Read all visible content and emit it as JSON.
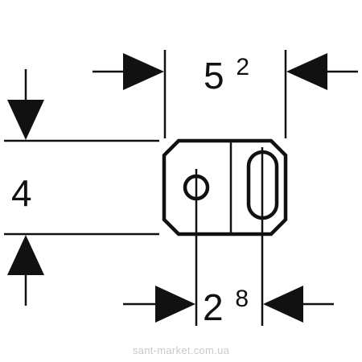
{
  "dimensions": {
    "width": {
      "base": "5",
      "sup": "2"
    },
    "height": {
      "value": "4"
    },
    "hole_spacing": {
      "base": "2",
      "sup": "8"
    }
  },
  "watermark": "sant-market.com.ua",
  "colors": {
    "line": "#111111",
    "watermark": "#c9c9c9",
    "background": "#ffffff"
  }
}
